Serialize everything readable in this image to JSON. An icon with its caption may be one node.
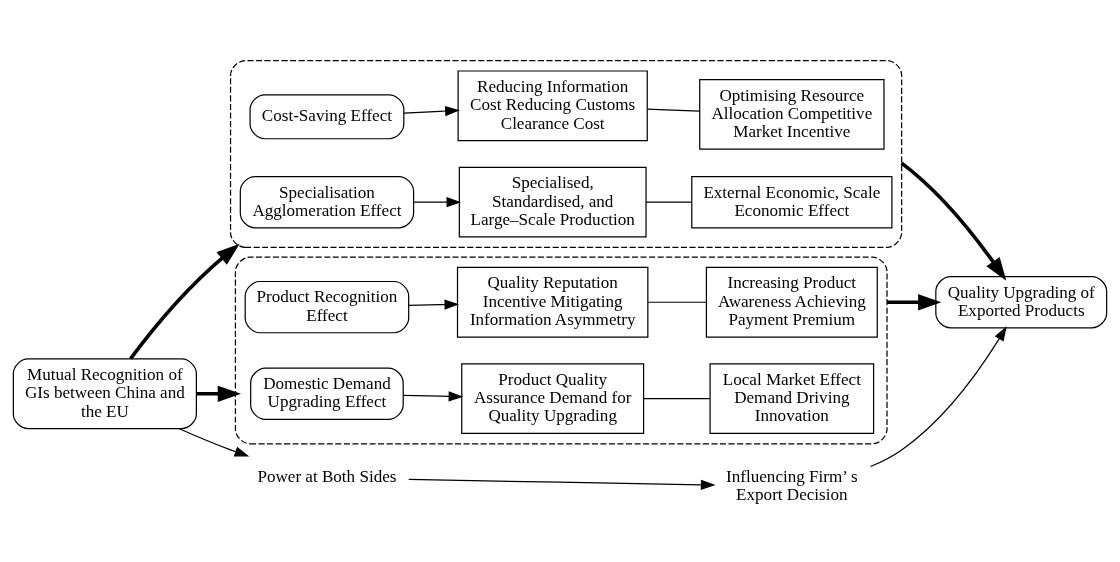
{
  "diagram": {
    "nodes": [
      {
        "text": [
          "Mutual Recognition of GIs between China and the EU"
        ]
      },
      {
        "text": [],
        "shape": "box"
      },
      {
        "text": [
          "Specialisation Agglomeration Effect"
        ],
        "in": 1
      },
      {
        "text": [
          "Specialised, Standardised, and Large–Scale Production"
        ],
        "in": 1
      },
      {
        "text": [
          "External Economic, Scale Economic Effect"
        ],
        "in": 1
      },
      {
        "text": [
          "Cost-Saving Effect"
        ],
        "in": 1
      },
      {
        "text": [
          "Reducing Information Cost Reducing Customs Clearance Cost"
        ],
        "in": 1
      },
      {
        "text": [
          "Optimising Resource Allocation Competitive Market Incentive"
        ],
        "in": 1
      },
      {
        "text": [
          "Power at Both Sides"
        ]
      },
      {
        "text": [
          "Influencing Firm’ s Export Decision"
        ]
      },
      {
        "text": [],
        "shape": "box"
      },
      {
        "text": [
          "Domestic Demand Upgrading Effect"
        ],
        "in": 10
      },
      {
        "text": [
          "Product Quality Assurance Demand for Quality Upgrading"
        ],
        "in": 10
      },
      {
        "text": [
          "Local Market Effect Demand Driving Innovation"
        ],
        "in": 10
      },
      {
        "text": [
          "Product Recognition Effect"
        ],
        "in": 10
      },
      {
        "text": [
          "Quality Reputation Incentive Mitigating Information Asymmetry"
        ],
        "in": 10
      },
      {
        "text": [
          "Increasing Product Awareness Achieving Payment Premium"
        ],
        "in": 10
      },
      {
        "text": [
          "Quality Upgrading of Exported Products"
        ]
      }
    ],
    "edges": [
      {
        "from": 0,
        "to": 1,
        "arrow": "to",
        "style": "thick"
      },
      {
        "from": 0,
        "to": 10,
        "arrow": "to",
        "style": "thick"
      },
      {
        "from": 2,
        "to": 3,
        "arrow": "to"
      },
      {
        "from": 3,
        "to": 4,
        "arrow": "none"
      },
      {
        "from": 5,
        "to": 6,
        "arrow": "to"
      },
      {
        "from": 6,
        "to": 7,
        "arrow": "none"
      },
      {
        "from": 0,
        "to": 8,
        "arrow": "to"
      },
      {
        "from": 8,
        "to": 9,
        "arrow": "to"
      },
      {
        "from": 9,
        "to": 17,
        "arrow": "to"
      },
      {
        "from": 11,
        "to": 12,
        "arrow": "to"
      },
      {
        "from": 12,
        "to": 13,
        "arrow": "none"
      },
      {
        "from": 14,
        "to": 15,
        "arrow": "to"
      },
      {
        "from": 15,
        "to": 16,
        "arrow": "none"
      },
      {
        "from": 1,
        "to": 17,
        "arrow": "to",
        "style": "thick"
      },
      {
        "from": 10,
        "to": 17,
        "arrow": "to",
        "style": "thick"
      }
    ]
  }
}
